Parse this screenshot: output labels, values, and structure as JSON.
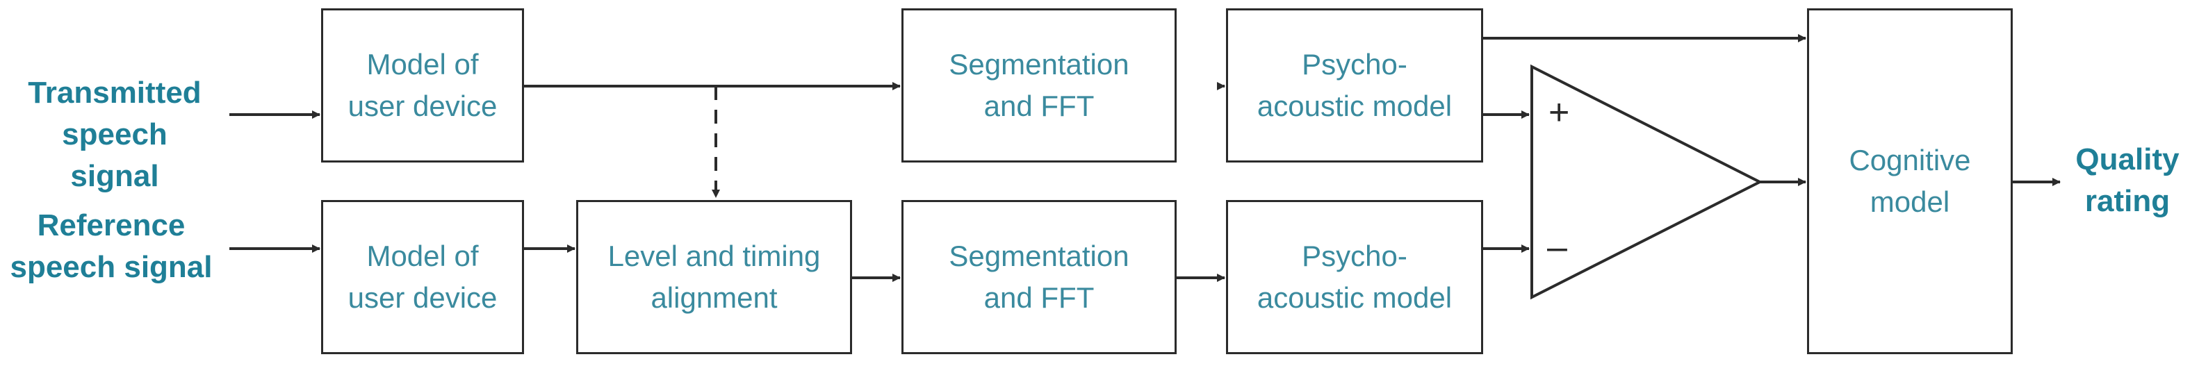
{
  "colors": {
    "line": "#2b2b2b",
    "box_text": "#3a8a9e",
    "io_text": "#1f7f97"
  },
  "inputs": {
    "transmitted": [
      "Transmitted",
      "speech signal"
    ],
    "reference": [
      "Reference",
      "speech signal"
    ]
  },
  "output": [
    "Quality",
    "rating"
  ],
  "blocks": {
    "device_top": [
      "Model of",
      "user device"
    ],
    "device_bottom": [
      "Model of",
      "user device"
    ],
    "alignment": [
      "Level and timing",
      "alignment"
    ],
    "fft_top": [
      "Segmentation",
      "and FFT"
    ],
    "fft_bottom": [
      "Segmentation",
      "and FFT"
    ],
    "psycho_top": [
      "Psycho-",
      "acoustic model"
    ],
    "psycho_bottom": [
      "Psycho-",
      "acoustic model"
    ],
    "cognitive": [
      "Cognitive",
      "model"
    ]
  },
  "subtractor": {
    "plus": "+",
    "minus": "–"
  }
}
